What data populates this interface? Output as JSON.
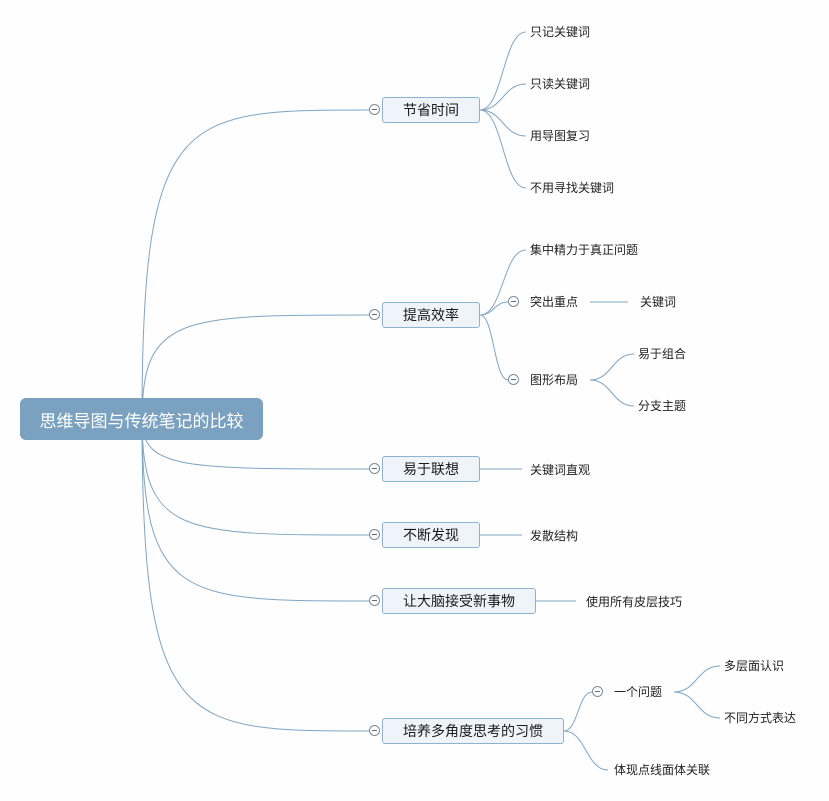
{
  "root": {
    "label": "思维导图与传统笔记的比较"
  },
  "branches": [
    {
      "label": "节省时间",
      "children": [
        {
          "label": "只记关键词"
        },
        {
          "label": "只读关键词"
        },
        {
          "label": "用导图复习"
        },
        {
          "label": "不用寻找关键词"
        }
      ]
    },
    {
      "label": "提高效率",
      "children": [
        {
          "label": "集中精力于真正问题"
        },
        {
          "label": "突出重点",
          "children": [
            {
              "label": "关键词"
            }
          ]
        },
        {
          "label": "图形布局",
          "children": [
            {
              "label": "易于组合"
            },
            {
              "label": "分支主题"
            }
          ]
        }
      ]
    },
    {
      "label": "易于联想",
      "children": [
        {
          "label": "关键词直观"
        }
      ]
    },
    {
      "label": "不断发现",
      "children": [
        {
          "label": "发散结构"
        }
      ]
    },
    {
      "label": "让大脑接受新事物",
      "children": [
        {
          "label": "使用所有皮层技巧"
        }
      ]
    },
    {
      "label": "培养多角度思考的习惯",
      "children": [
        {
          "label": "一个问题",
          "children": [
            {
              "label": "多层面认识"
            },
            {
              "label": "不同方式表达"
            }
          ]
        },
        {
          "label": "体现点线面体关联"
        }
      ]
    }
  ],
  "colors": {
    "line": "#7fa5c3",
    "root_fill": "#7aa2c0",
    "topic_fill": "#eef4fa",
    "topic_border": "#8fb2cf"
  }
}
